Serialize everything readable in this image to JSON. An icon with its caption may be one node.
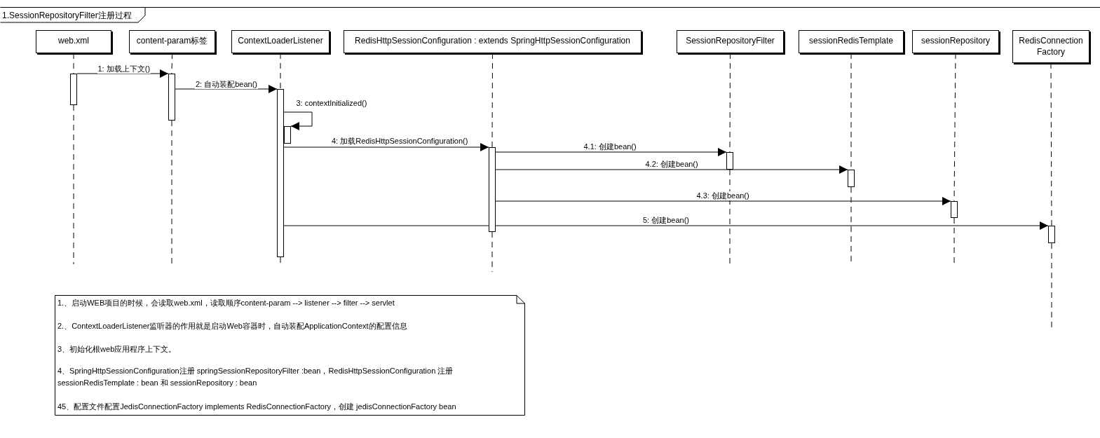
{
  "diagram": {
    "title": "1.SessionRepositoryFilter注册过程",
    "nodes": [
      {
        "text": [
          "web.xml"
        ]
      },
      {
        "text": [
          "content-param标签"
        ]
      },
      {
        "text": [
          "ContextLoaderListener"
        ]
      },
      {
        "text": [
          "RedisHttpSessionConfiguration : extends SpringHttpSessionConfiguration"
        ]
      },
      {
        "text": [
          "SessionRepositoryFilter"
        ]
      },
      {
        "text": [
          "sessionRedisTemplate"
        ]
      },
      {
        "text": [
          "sessionRepository"
        ]
      },
      {
        "text": [
          "RedisConnectionFactory"
        ]
      },
      {
        "text": [],
        "shape": "bar"
      },
      {
        "text": [],
        "shape": "bar"
      },
      {
        "text": [],
        "shape": "bar"
      },
      {
        "text": [],
        "shape": "bar"
      },
      {
        "text": [],
        "shape": "bar"
      },
      {
        "text": [],
        "shape": "bar"
      },
      {
        "text": [],
        "shape": "bar"
      },
      {
        "text": [],
        "shape": "bar"
      },
      {
        "text": [],
        "shape": "bar"
      },
      {
        "text": [
          "1.、启动WEB项目的时候，会读取web.xml，读取顺序content-param --> listener --> filter --> servlet",
          "2.、ContextLoaderListener监听器的作用就是启动Web容器时，自动装配ApplicationContext的配置信息",
          "3、初始化根web应用程序上下文。",
          "4、SpringHttpSessionConfiguration注册 springSessionRepositoryFilter :bean，RedisHttpSessionConfiguration 注册 sessionRedisTemplate : bean  和 sessionRepository : bean",
          "45、配置文件配置JedisConnectionFactory implements RedisConnectionFactory，创建 jedisConnectionFactory bean"
        ]
      }
    ],
    "edges": [
      {
        "from": 8,
        "to": 9,
        "arrow": "to",
        "label": "1: 加载上下文()"
      },
      {
        "from": 9,
        "to": 10,
        "arrow": "to",
        "label": "2: 自动装配bean()"
      },
      {
        "from": 10,
        "to": 11,
        "arrow": "to",
        "label": "3: contextInitialized()"
      },
      {
        "from": 10,
        "to": 12,
        "arrow": "to",
        "label": "4: 加载RedisHttpSessionConfiguration()"
      },
      {
        "from": 12,
        "to": 13,
        "arrow": "to",
        "label": "4.1: 创建bean()"
      },
      {
        "from": 12,
        "to": 14,
        "arrow": "to",
        "label": "4.2: 创建bean()"
      },
      {
        "from": 12,
        "to": 15,
        "arrow": "to",
        "label": "4.3: 创建bean()"
      },
      {
        "from": 10,
        "to": 16,
        "arrow": "to",
        "label": "5: 创建bean()"
      },
      {
        "from": 0,
        "to": 8,
        "arrow": "none",
        "style": "dashed"
      },
      {
        "from": 8,
        "to": null,
        "arrow": "none",
        "style": "dashed"
      },
      {
        "from": 1,
        "to": 9,
        "arrow": "none",
        "style": "dashed"
      },
      {
        "from": 9,
        "to": null,
        "arrow": "none",
        "style": "dashed"
      },
      {
        "from": 2,
        "to": 10,
        "arrow": "none",
        "style": "dashed"
      },
      {
        "from": 10,
        "to": null,
        "arrow": "none",
        "style": "dashed"
      },
      {
        "from": 3,
        "to": 12,
        "arrow": "none",
        "style": "dashed"
      },
      {
        "from": 12,
        "to": null,
        "arrow": "none",
        "style": "dashed"
      },
      {
        "from": 4,
        "to": 13,
        "arrow": "none",
        "style": "dashed"
      },
      {
        "from": 13,
        "to": null,
        "arrow": "none",
        "style": "dashed"
      },
      {
        "from": 5,
        "to": 14,
        "arrow": "none",
        "style": "dashed"
      },
      {
        "from": 14,
        "to": null,
        "arrow": "none",
        "style": "dashed"
      },
      {
        "from": 6,
        "to": 15,
        "arrow": "none",
        "style": "dashed"
      },
      {
        "from": 15,
        "to": null,
        "arrow": "none",
        "style": "dashed"
      },
      {
        "from": 7,
        "to": 16,
        "arrow": "none",
        "style": "dashed"
      },
      {
        "from": 16,
        "to": null,
        "arrow": "none",
        "style": "dashed"
      }
    ]
  }
}
